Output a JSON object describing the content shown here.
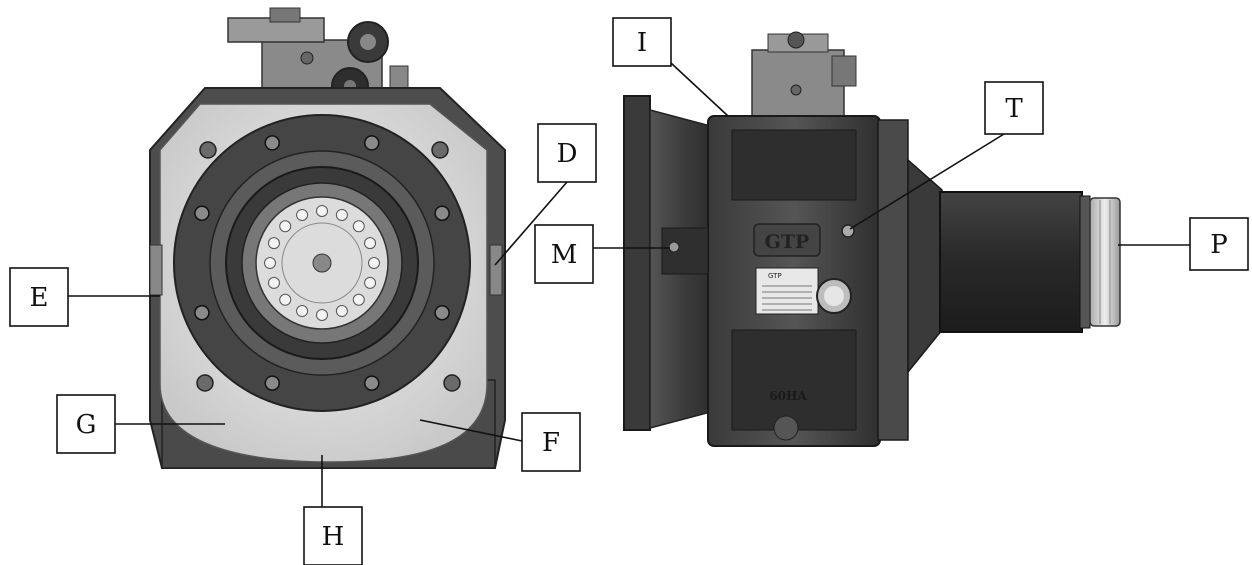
{
  "diagram": {
    "callouts": [
      {
        "id": "D",
        "label": "D"
      },
      {
        "id": "E",
        "label": "E"
      },
      {
        "id": "F",
        "label": "F"
      },
      {
        "id": "G",
        "label": "G"
      },
      {
        "id": "H",
        "label": "H"
      },
      {
        "id": "I",
        "label": "I"
      },
      {
        "id": "M",
        "label": "M"
      },
      {
        "id": "P",
        "label": "P"
      },
      {
        "id": "T",
        "label": "T"
      }
    ],
    "logo_text": "GTP",
    "model_text": "60HA",
    "nameplate_text": "GTP"
  }
}
